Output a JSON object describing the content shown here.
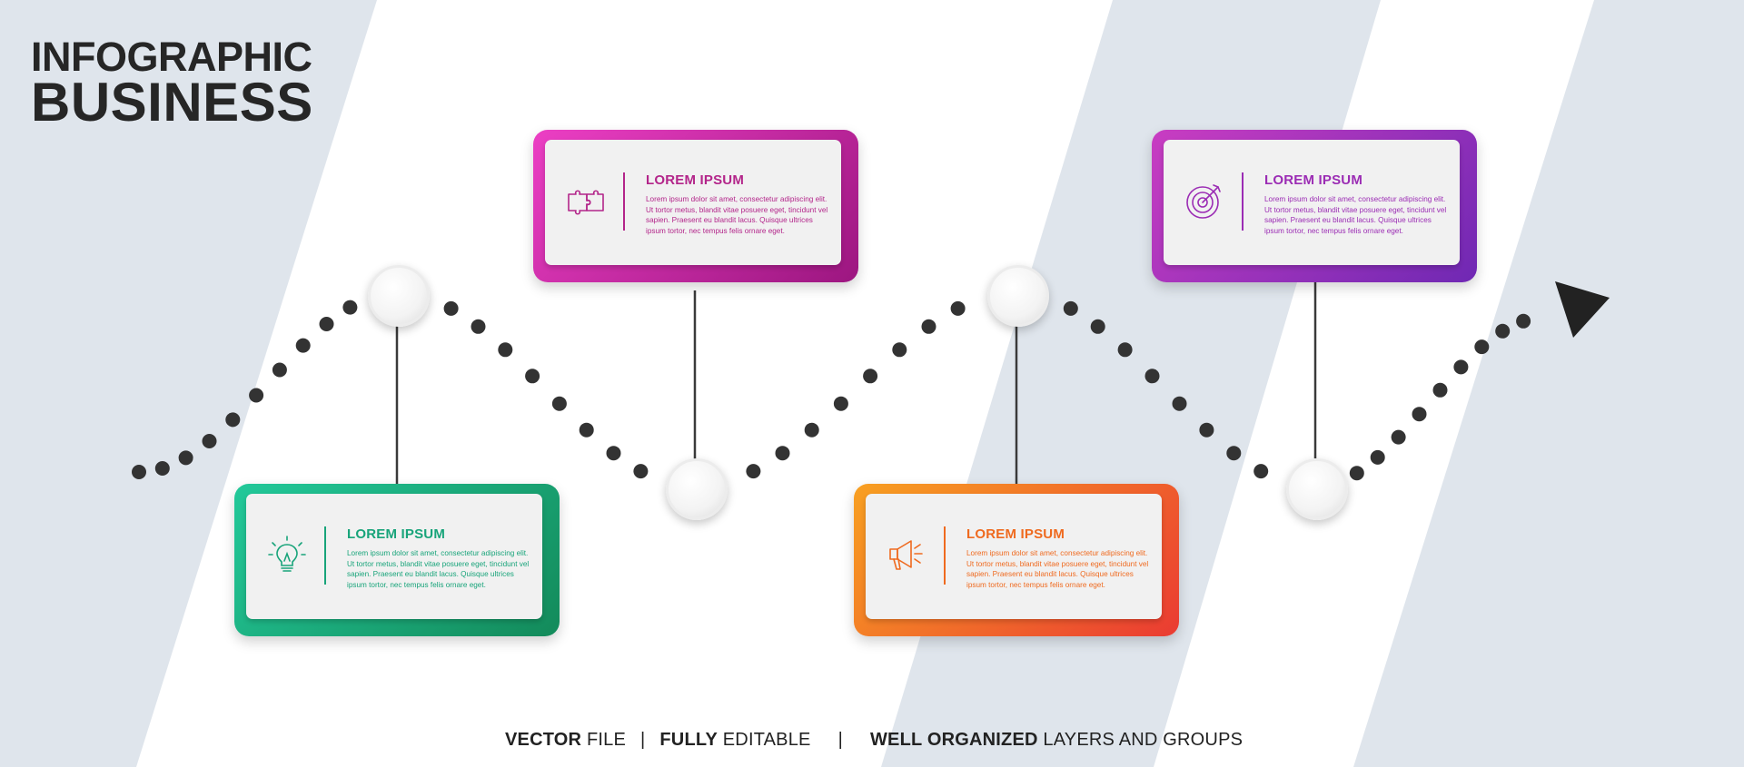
{
  "title": {
    "line1": "INFOGRAPHIC",
    "line2": "BUSINESS"
  },
  "colors": {
    "background": "#ffffff",
    "stripe": "#dfe5ec",
    "dots": "#333333",
    "step1": "#c4208f",
    "step2": "#18a47a",
    "step3": "#ef6a1f",
    "step4": "#9b2cb4"
  },
  "steps": [
    {
      "title": "LOREM IPSUM",
      "body": "Lorem ipsum dolor sit amet, consectetur adipiscing elit. Ut tortor metus, blandit vitae posuere eget, tincidunt vel sapien. Praesent eu blandit lacus. Quisque ultrices ipsum tortor, nec tempus felis ornare eget.",
      "icon": "puzzle-icon"
    },
    {
      "title": "LOREM IPSUM",
      "body": "Lorem ipsum dolor sit amet, consectetur adipiscing elit. Ut tortor metus, blandit vitae posuere eget, tincidunt vel sapien. Praesent eu blandit lacus. Quisque ultrices ipsum tortor, nec tempus felis ornare eget.",
      "icon": "lightbulb-icon"
    },
    {
      "title": "LOREM IPSUM",
      "body": "Lorem ipsum dolor sit amet, consectetur adipiscing elit. Ut tortor metus, blandit vitae posuere eget, tincidunt vel sapien. Praesent eu blandit lacus. Quisque ultrices ipsum tortor, nec tempus felis ornare eget.",
      "icon": "megaphone-icon"
    },
    {
      "title": "LOREM IPSUM",
      "body": "Lorem ipsum dolor sit amet, consectetur adipiscing elit. Ut tortor metus, blandit vitae posuere eget, tincidunt vel sapien. Praesent eu blandit lacus. Quisque ultrices ipsum tortor, nec tempus felis ornare eget.",
      "icon": "target-icon"
    }
  ],
  "footer": {
    "part1_bold": "VECTOR",
    "part1_rest": " FILE",
    "part2_bold": "FULLY",
    "part2_rest": " EDITABLE",
    "part3_bold": "WELL ORGANIZED",
    "part3_rest": " LAYERS AND GROUPS",
    "separator": "|"
  }
}
